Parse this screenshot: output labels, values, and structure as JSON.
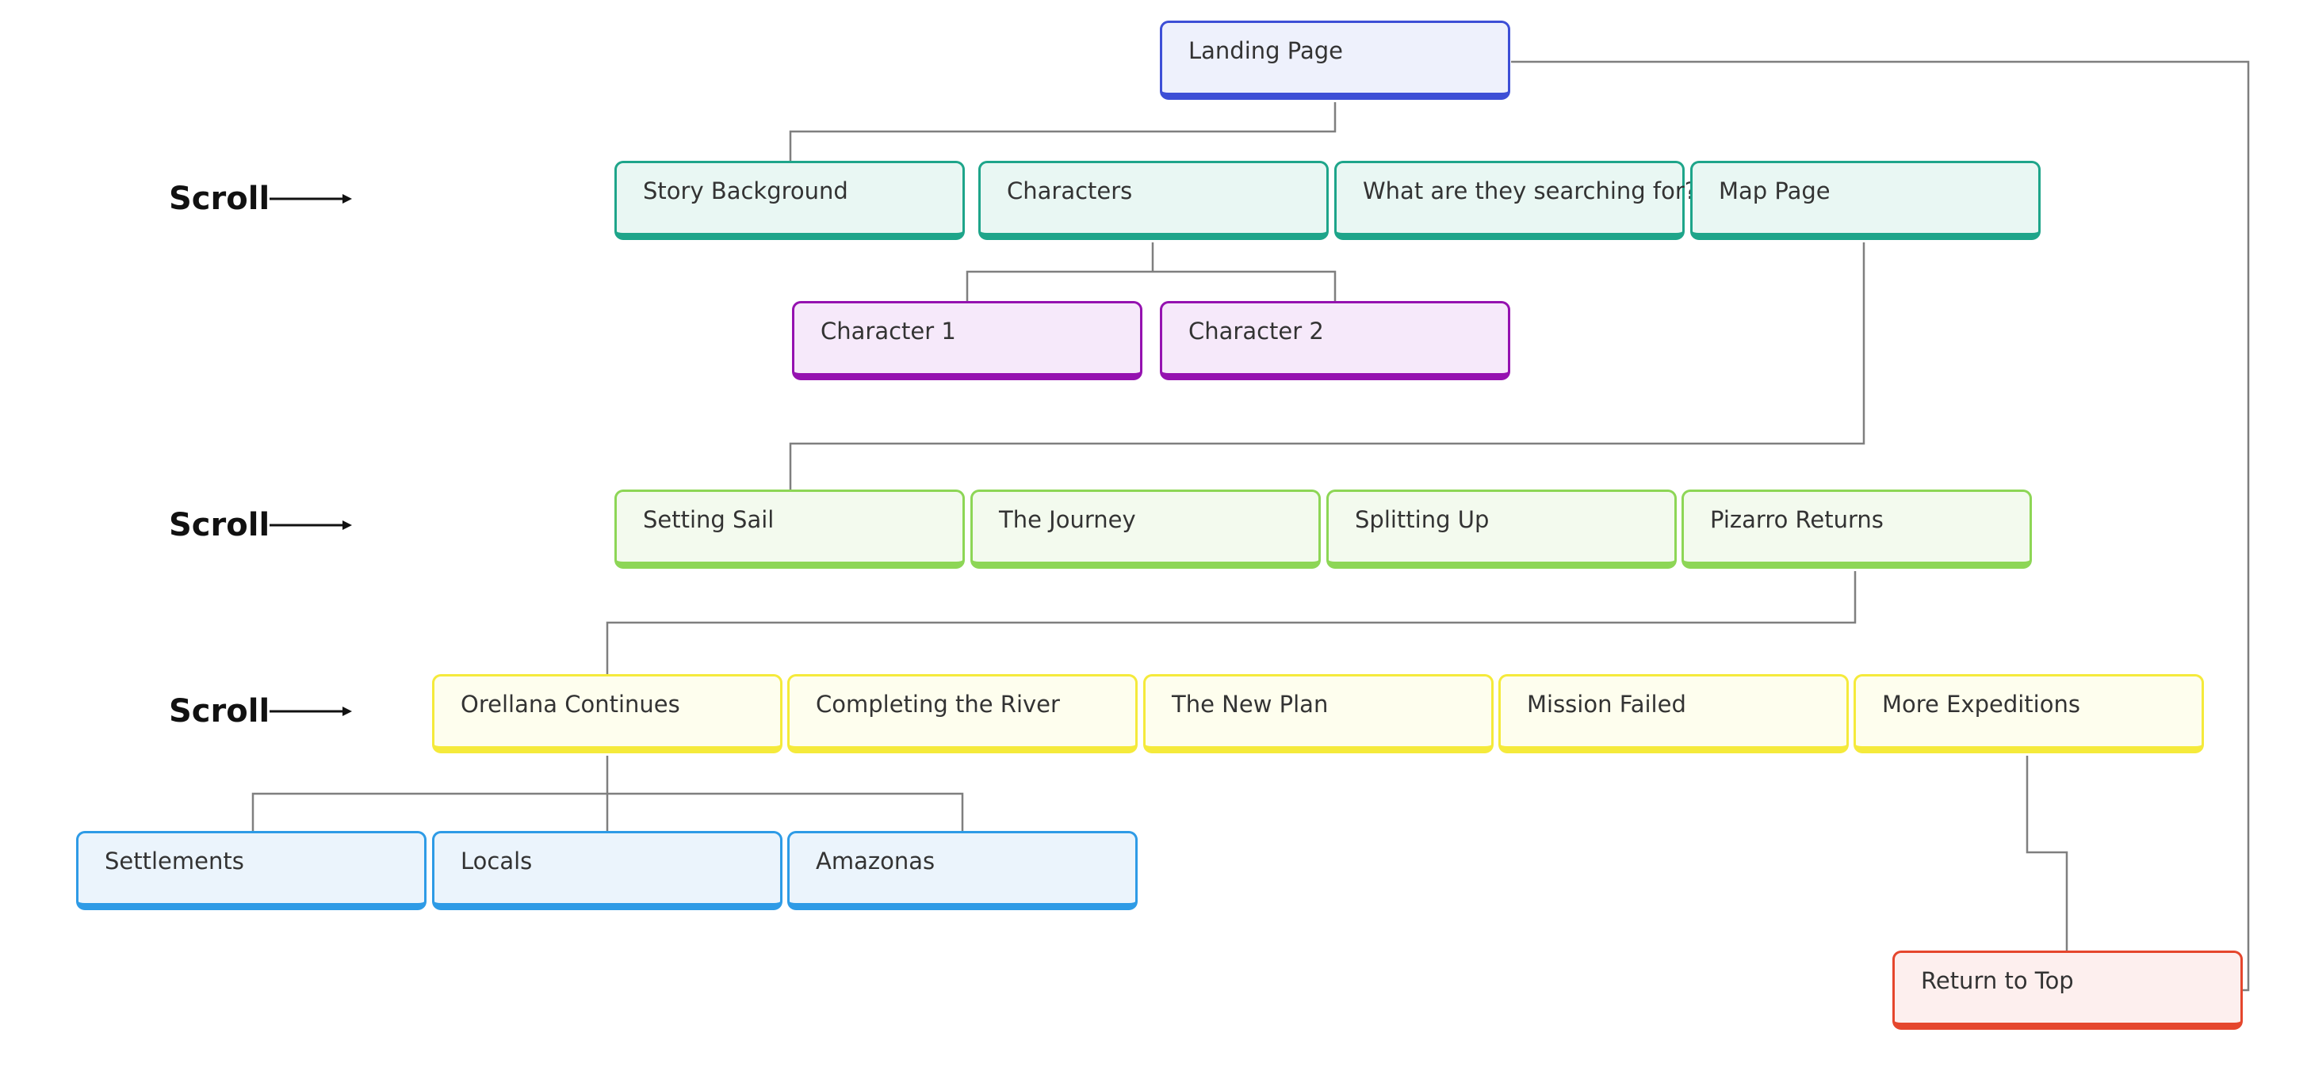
{
  "colors": {
    "connector": "#7f7f7f",
    "landing_border": "#3d4fd6",
    "landing_fill": "#eef1fc",
    "teal_border": "#1ea58a",
    "teal_fill": "#e9f7f3",
    "purple_border": "#9512b0",
    "purple_fill": "#f6e9fa",
    "green_border": "#8dd656",
    "green_fill": "#f3faee",
    "yellow_border": "#f5ea3b",
    "yellow_fill": "#fefeee",
    "blue_border": "#2e9be6",
    "blue_fill": "#ebf4fc",
    "red_border": "#e5462d",
    "red_fill": "#fdefee"
  },
  "scroll_labels": [
    "Scroll",
    "Scroll",
    "Scroll"
  ],
  "nodes": {
    "landing": "Landing Page",
    "story_background": "Story Background",
    "characters": "Characters",
    "searching_for": "What are they searching for?",
    "map_page": "Map Page",
    "character_1": "Character 1",
    "character_2": "Character 2",
    "setting_sail": "Setting Sail",
    "the_journey": "The Journey",
    "splitting_up": "Splitting Up",
    "pizarro_returns": "Pizarro Returns",
    "orellana_continues": "Orellana Continues",
    "completing_river": "Completing the River",
    "new_plan": "The New Plan",
    "mission_failed": "Mission Failed",
    "more_expeditions": "More Expeditions",
    "settlements": "Settlements",
    "locals": "Locals",
    "amazonas": "Amazonas",
    "return_to_top": "Return to Top"
  }
}
